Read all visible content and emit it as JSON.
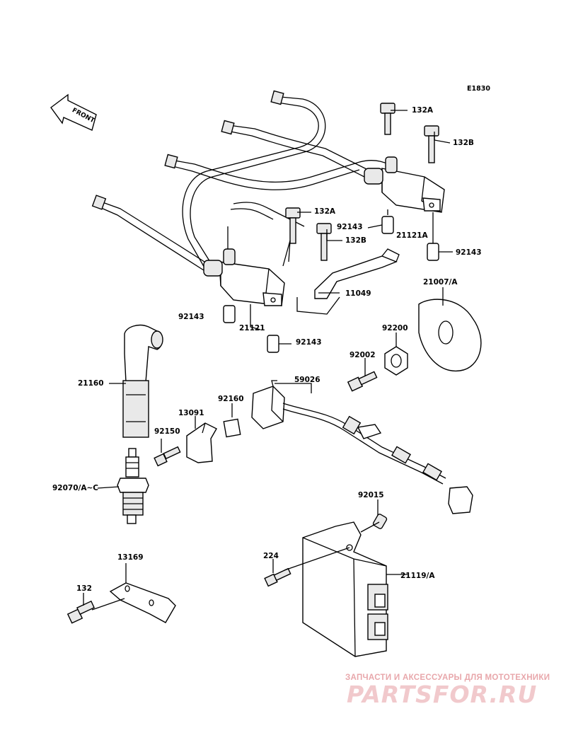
{
  "diagram_code": "E1830",
  "front_arrow_label": "FRONT",
  "labels": {
    "p132A_top": "132A",
    "p132B_top": "132B",
    "p132A_mid": "132A",
    "p132B_mid": "132B",
    "p92143_a": "92143",
    "p21121A": "21121A",
    "p92143_b": "92143",
    "p11049": "11049",
    "p21007A": "21007/A",
    "p92143_c": "92143",
    "p21121": "21121",
    "p92143_d": "92143",
    "p92200": "92200",
    "p92002": "92002",
    "p21160": "21160",
    "p59026": "59026",
    "p92160": "92160",
    "p13091": "13091",
    "p92150": "92150",
    "p92070": "92070/A~C",
    "p92015": "92015",
    "p224": "224",
    "p21119A": "21119/A",
    "p13169": "13169",
    "p132": "132"
  },
  "watermark": {
    "caption": "ЗАПЧАСТИ И АКСЕССУАРЫ ДЛЯ МОТОТЕХНИКИ",
    "logo": "PARTSFOR.RU"
  }
}
